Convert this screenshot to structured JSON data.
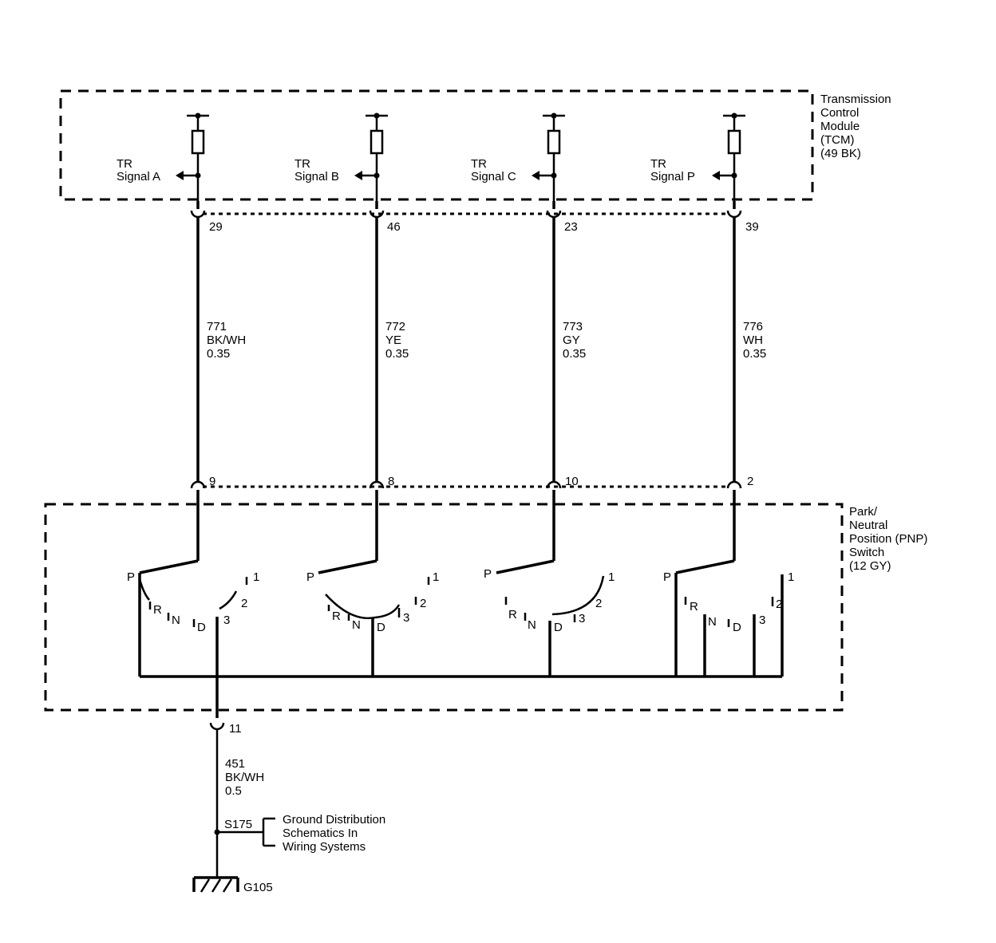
{
  "tcm": {
    "lines": [
      "Transmission",
      "Control",
      "Module",
      "(TCM)",
      "(49 BK)"
    ]
  },
  "tcm_signals": [
    {
      "line1": "TR",
      "line2": "Signal A"
    },
    {
      "line1": "TR",
      "line2": "Signal B"
    },
    {
      "line1": "TR",
      "line2": "Signal C"
    },
    {
      "line1": "TR",
      "line2": "Signal P"
    }
  ],
  "wires": [
    {
      "circuit": "771",
      "color": "BK/WH",
      "size": "0.35",
      "tcm_pin": "29",
      "pnp_pin": "9"
    },
    {
      "circuit": "772",
      "color": "YE",
      "size": "0.35",
      "tcm_pin": "46",
      "pnp_pin": "8"
    },
    {
      "circuit": "773",
      "color": "GY",
      "size": "0.35",
      "tcm_pin": "23",
      "pnp_pin": "10"
    },
    {
      "circuit": "776",
      "color": "WH",
      "size": "0.35",
      "tcm_pin": "39",
      "pnp_pin": "2"
    }
  ],
  "pnp": {
    "lines": [
      "Park/",
      "Neutral",
      "Position (PNP)",
      "Switch",
      "(12 GY)"
    ]
  },
  "positions": {
    "p": "P",
    "r": "R",
    "n": "N",
    "d": "D",
    "g3": "3",
    "g2": "2",
    "g1": "1"
  },
  "ground_wire": {
    "pin": "11",
    "circuit": "451",
    "color": "BK/WH",
    "size": "0.5"
  },
  "splice": {
    "name": "S175",
    "note": [
      "Ground Distribution",
      "Schematics In",
      "Wiring Systems"
    ]
  },
  "ground": {
    "name": "G105"
  }
}
